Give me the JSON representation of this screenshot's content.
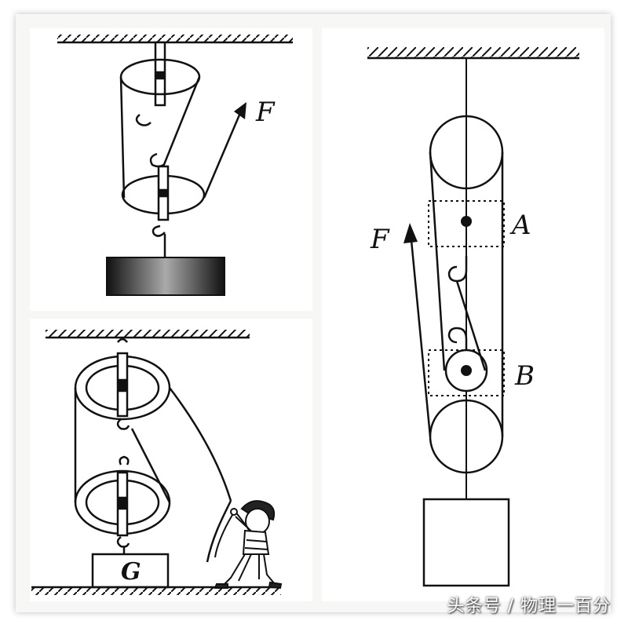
{
  "panels": {
    "top_left": {
      "force_label": "F"
    },
    "bottom_left": {
      "weight_label": "G"
    },
    "right": {
      "force_label": "F",
      "pulley_a_label": "A",
      "pulley_b_label": "B"
    }
  },
  "watermark": "头条号 / 物理一百分",
  "colors": {
    "ink": "#111111",
    "background": "#ffffff"
  }
}
